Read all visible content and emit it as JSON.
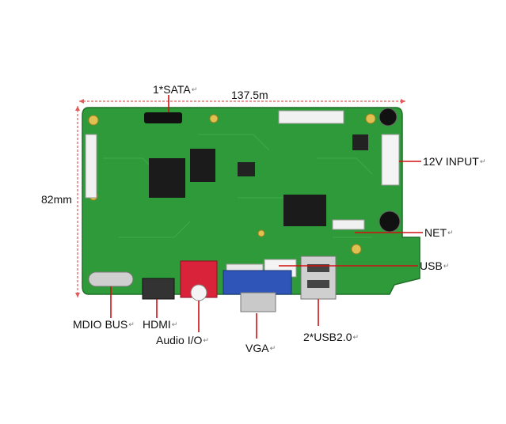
{
  "labels": {
    "sata": "1*SATA",
    "width": "137.5m",
    "height": "82mm",
    "power": "12V INPUT",
    "net": "NET",
    "usb": "USB",
    "mdio": "MDIO BUS",
    "hdmi": "HDMI",
    "audio": "Audio I/O",
    "vga": "VGA",
    "usb2": "2*USB2.0"
  },
  "return_mark": "↵",
  "colors": {
    "board": "#2f9a3a",
    "label_line": "#d01010",
    "dimension_line": "#e35a5a",
    "vga_port": "#2f55b8",
    "audio_port": "#d8233a"
  }
}
